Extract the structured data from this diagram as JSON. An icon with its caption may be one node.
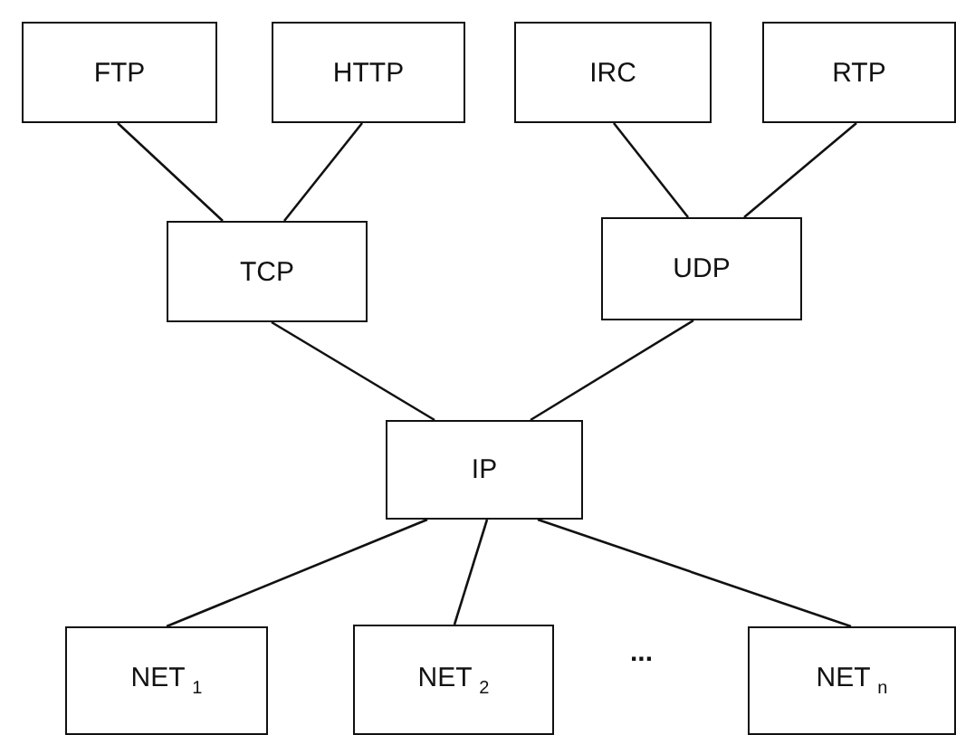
{
  "diagram": {
    "nodes": [
      {
        "text": [
          "FTP"
        ]
      },
      {
        "text": [
          "HTTP"
        ]
      },
      {
        "text": [
          "IRC"
        ]
      },
      {
        "text": [
          "RTP"
        ]
      },
      {
        "text": [
          "TCP"
        ]
      },
      {
        "text": [
          "UDP"
        ]
      },
      {
        "text": [
          "IP"
        ]
      },
      {
        "text": [
          "NET $_{1}$"
        ]
      },
      {
        "text": [
          "NET $_{2}$"
        ]
      },
      {
        "text": [
          "NET $_{n}$"
        ]
      }
    ],
    "edges": [
      {
        "from": 0,
        "to": 4,
        "arrow": "none"
      },
      {
        "from": 1,
        "to": 4,
        "arrow": "none"
      },
      {
        "from": 2,
        "to": 5,
        "arrow": "none"
      },
      {
        "from": 3,
        "to": 5,
        "arrow": "none"
      },
      {
        "from": 4,
        "to": 6,
        "arrow": "none"
      },
      {
        "from": 5,
        "to": 6,
        "arrow": "none"
      },
      {
        "from": 6,
        "to": 7,
        "arrow": "none"
      },
      {
        "from": 6,
        "to": 8,
        "arrow": "none"
      },
      {
        "from": 6,
        "to": 9,
        "arrow": "none"
      }
    ],
    "labels": [
      "..."
    ]
  }
}
